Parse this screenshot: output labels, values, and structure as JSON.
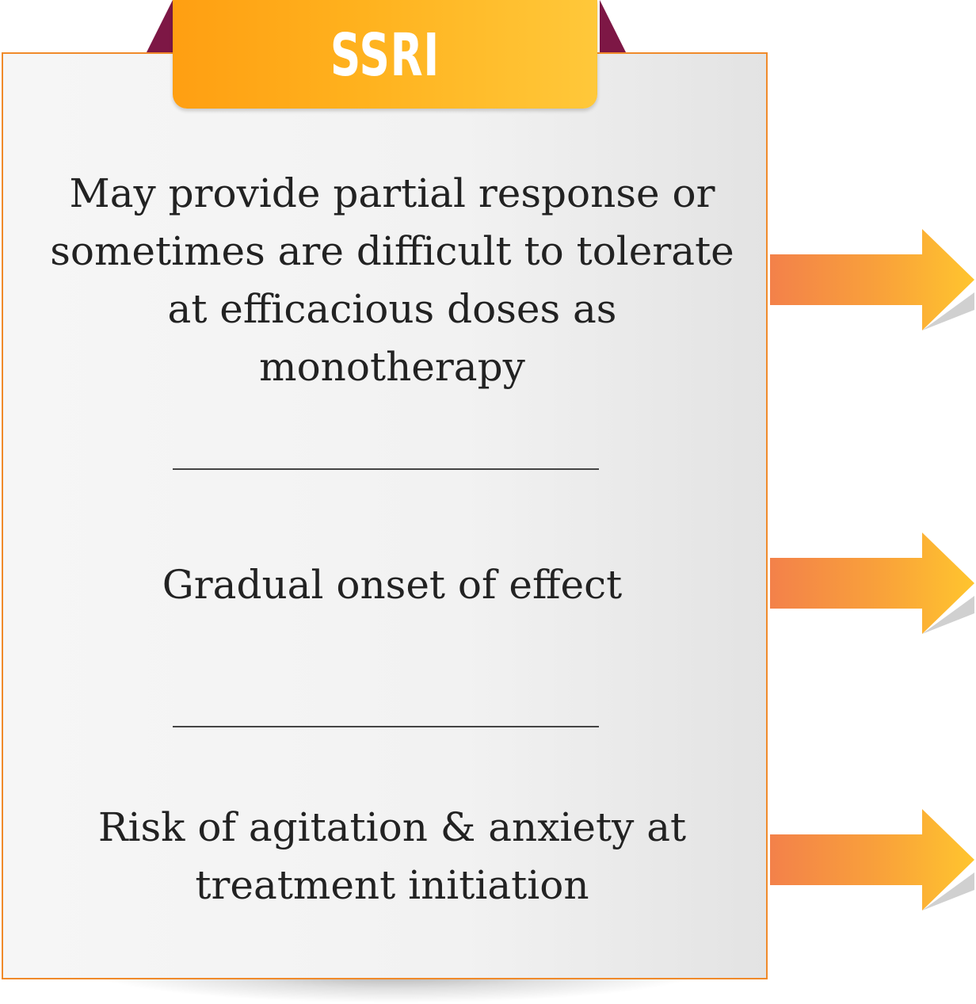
{
  "title": "SSRI",
  "items": [
    {
      "text": "May provide partial response or sometimes are difficult to tolerate at efficacious doses as monotherapy"
    },
    {
      "text": "Gradual onset of effect"
    },
    {
      "text": "Risk of agitation & anxiety at treatment initiation"
    }
  ],
  "colors": {
    "border": "#f08a2a",
    "tab_gradient_start": "#ff9f12",
    "tab_gradient_end": "#ffc83a",
    "ribbon": "#7d1745",
    "arrow_start": "#f3814a",
    "arrow_end": "#ffc52e"
  }
}
